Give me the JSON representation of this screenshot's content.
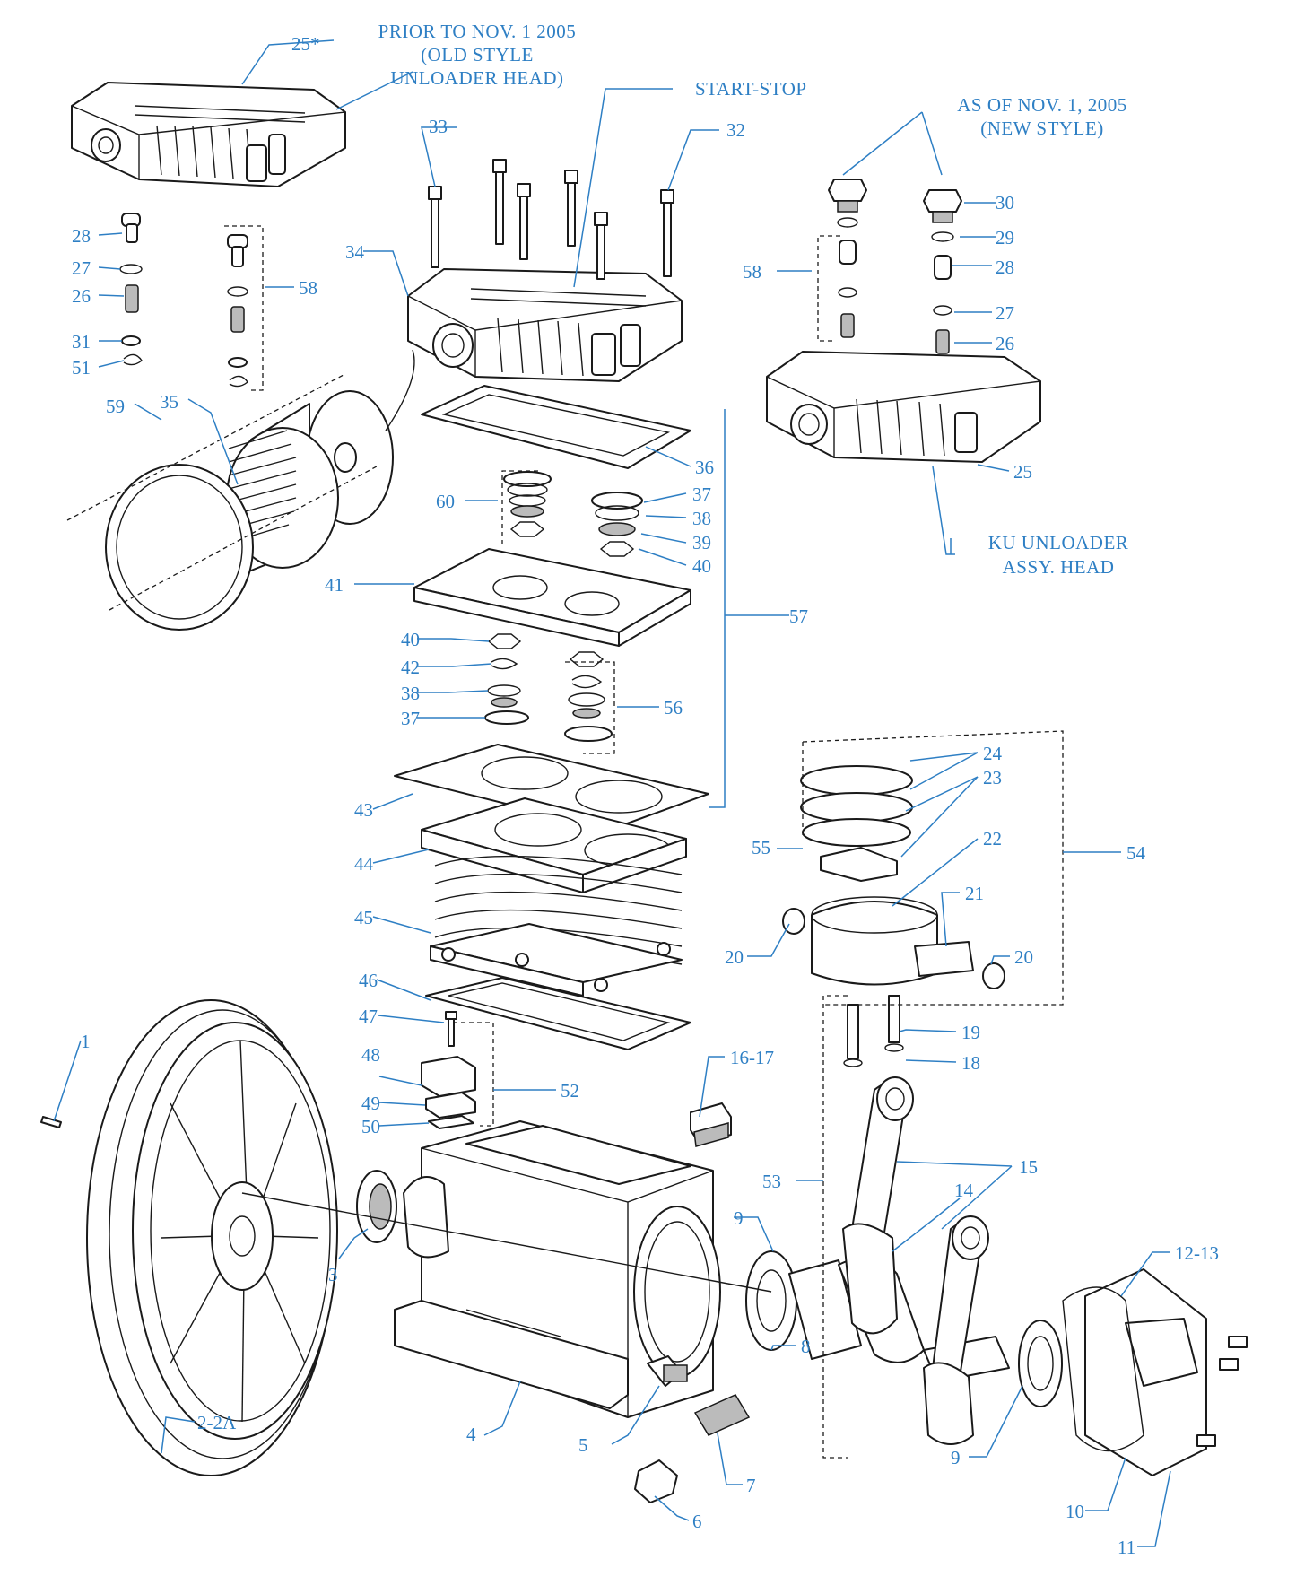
{
  "colors": {
    "accent": "#2e7fc4",
    "ink": "#1a1a1a",
    "background": "#ffffff"
  },
  "notes": {
    "old_style": [
      "PRIOR TO NOV. 1 2005",
      "(OLD STYLE",
      "UNLOADER HEAD)"
    ],
    "start_stop": [
      "START-STOP"
    ],
    "new_style": [
      "AS OF NOV. 1, 2005",
      "(NEW STYLE)"
    ],
    "ku_unloader": [
      "KU UNLOADER",
      "ASSY. HEAD"
    ]
  },
  "callouts": {
    "c25star": "25*",
    "c33": "33",
    "c32": "32",
    "c30": "30",
    "c29": "29",
    "c28a": "28",
    "c27a": "27",
    "c26a": "26",
    "c31": "31",
    "c51": "51",
    "c58a": "58",
    "c34": "34",
    "c58b": "58",
    "c28b": "28",
    "c27b": "27",
    "c26b": "26",
    "c25": "25",
    "c59": "59",
    "c35": "35",
    "c36": "36",
    "c60": "60",
    "c37a": "37",
    "c38a": "38",
    "c39": "39",
    "c40a": "40",
    "c41": "41",
    "c57": "57",
    "c40b": "40",
    "c42": "42",
    "c38b": "38",
    "c37b": "37",
    "c56": "56",
    "c24": "24",
    "c23": "23",
    "c55": "55",
    "c22": "22",
    "c54": "54",
    "c43": "43",
    "c44": "44",
    "c21": "21",
    "c45": "45",
    "c20a": "20",
    "c20b": "20",
    "c46": "46",
    "c47": "47",
    "c19": "19",
    "c18": "18",
    "c1": "1",
    "c48": "48",
    "c52": "52",
    "c1617": "16-17",
    "c49": "49",
    "c50": "50",
    "c15": "15",
    "c53": "53",
    "c14": "14",
    "c3": "3",
    "c9a": "9",
    "c1213": "12-13",
    "c8": "8",
    "c22a": "2-2A",
    "c4": "4",
    "c5": "5",
    "c7": "7",
    "c6": "6",
    "c9b": "9",
    "c10": "10",
    "c11": "11"
  }
}
